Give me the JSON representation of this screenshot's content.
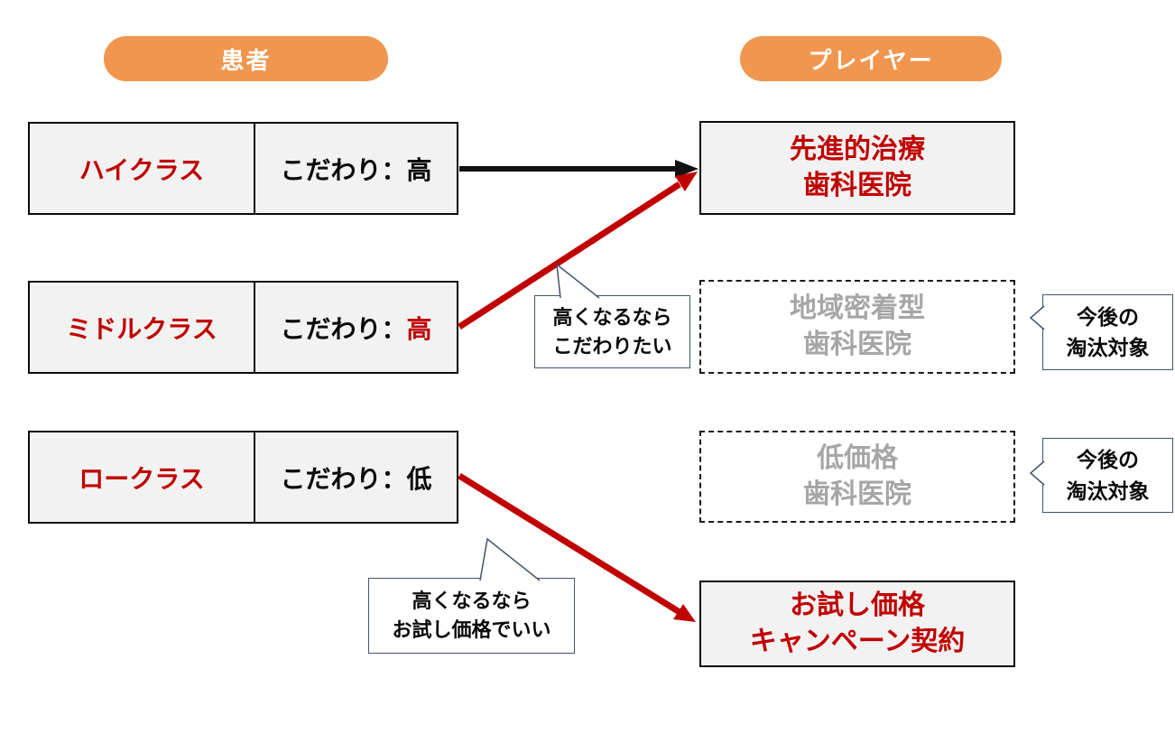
{
  "headers": {
    "left": "患者",
    "right": "プレイヤー"
  },
  "patients": [
    {
      "class_label": "ハイクラス",
      "preference_label": "こだわり：",
      "preference_value": "高",
      "value_is_red": false
    },
    {
      "class_label": "ミドルクラス",
      "preference_label": "こだわり：",
      "preference_value": "高",
      "value_is_red": true
    },
    {
      "class_label": "ロークラス",
      "preference_label": "こだわり：",
      "preference_value": "低",
      "value_is_red": false
    }
  ],
  "players": [
    {
      "line1": "先進的治療",
      "line2": "歯科医院",
      "status": "active"
    },
    {
      "line1": "地域密着型",
      "line2": "歯科医院",
      "status": "fading"
    },
    {
      "line1": "低価格",
      "line2": "歯科医院",
      "status": "fading"
    },
    {
      "line1": "お試し価格",
      "line2": "キャンペーン契約",
      "status": "active"
    }
  ],
  "callouts": {
    "middle": {
      "line1": "高くなるなら",
      "line2": "こだわりたい"
    },
    "bottom": {
      "line1": "高くなるなら",
      "line2": "お試し価格でいい"
    },
    "elimination1": {
      "line1": "今後の",
      "line2": "淘汰対象"
    },
    "elimination2": {
      "line1": "今後の",
      "line2": "淘汰対象"
    }
  },
  "colors": {
    "header_orange": "#F0964E",
    "accent_red": "#C00000",
    "fading_gray": "#A6A6A6",
    "callout_border_navy": "#44546A",
    "box_fill": "#F2F2F2",
    "arrow_black": "#111111"
  }
}
